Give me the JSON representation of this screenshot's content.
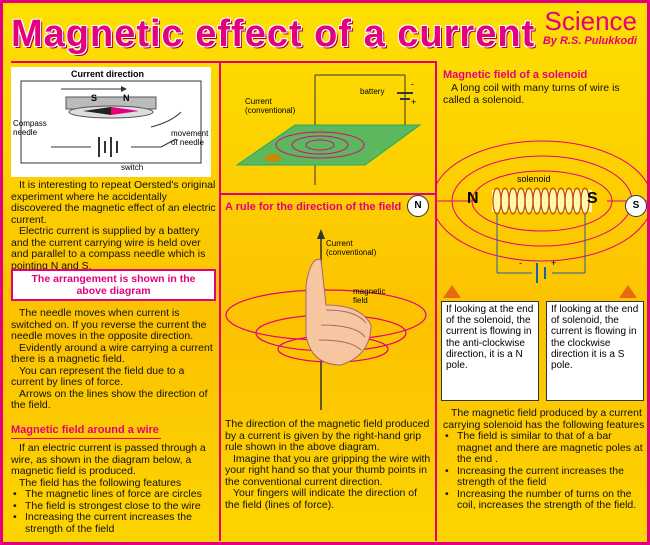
{
  "title": "Magnetic effect of a current",
  "brand": {
    "subject": "Science",
    "author": "By R.S. Pulukkodi"
  },
  "oersted_diagram": {
    "current_direction": "Current direction",
    "s": "S",
    "n": "N",
    "compass_needle": "Compass needle",
    "movement_of_needle": "movement of needle",
    "switch": "switch"
  },
  "intro": {
    "p1": "It is interesting to repeat Oersted's original experiment where he accidentally discovered the magnetic effect of an electric current.",
    "p2": "Electric current is supplied by a battery and the current carrying wire is held over and parallel to a compass needle which is pointing  N and S."
  },
  "arrangement_box": "The arrangement is shown in the above diagram",
  "needle_text": {
    "p1": "The needle moves when current is switched on. If you reverse the current the needle moves in the opposite direction.",
    "p2": "Evidently around a wire carrying a current there is a magnetic field.",
    "p3": "You can represent the field due to a current by lines of force.",
    "p4": "Arrows on the lines show the direction of the field."
  },
  "wire_section": {
    "heading": "Magnetic field around a wire",
    "p1": "If an electric current is passed through a wire, as shown in the diagram below, a magnetic field is produced.",
    "p2": "The field has the following features",
    "bullets": [
      "The magnetic lines of force are circles",
      "The field is strongest close to the wire",
      "Increasing the current increases the strength of the field"
    ]
  },
  "wire_diagram": {
    "battery": "battery",
    "plus": "+",
    "minus": "-",
    "current": "Current",
    "conventional": "(conventional)"
  },
  "rule": {
    "heading": "A rule for the direction of the field",
    "current": "Current",
    "conventional": "(conventional)",
    "magnetic": "magnetic",
    "field": "field",
    "p1": "The direction of the magnetic field produced by a current is given by the right-hand grip rule shown in the above diagram.",
    "p2": "Imagine that you are gripping the wire with your right hand so that your thumb points in the conventional current direction.",
    "p3": "Your fingers will indicate the direction of the field (lines of force)."
  },
  "solenoid": {
    "heading": "Magnetic field of a solenoid",
    "intro": "A long coil with many turns of wire is called a solenoid.",
    "label": "solenoid",
    "n": "N",
    "s": "S",
    "compass_n": "N",
    "compass_s": "S",
    "plus": "+",
    "minus": "-",
    "box_left": "If looking at the end of the solenoid, the current is flowing in the anti-clockwise direction, it is a N pole.",
    "box_right": "If looking at the end of solenoid, the current is flowing in the clockwise direction it is a S pole.",
    "field_intro": "The magnetic field produced by a current carrying solenoid has the following features",
    "bullets": [
      "The field is similar to that of a bar magnet and there are magnetic poles at the end .",
      "Increasing the current increases the strength of the field",
      "Increasing the number of turns on the coil, increases the strength of the field."
    ]
  }
}
